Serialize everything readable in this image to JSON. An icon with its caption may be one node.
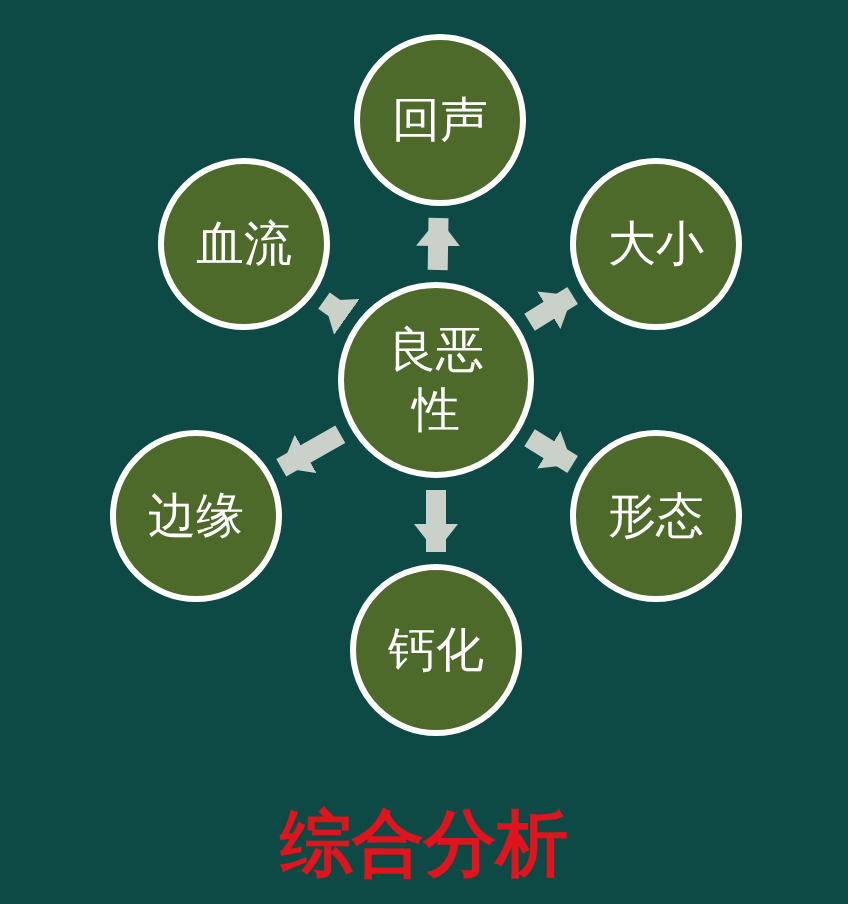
{
  "diagram": {
    "title": "综合分析",
    "nodes": [
      {
        "text": [
          "良恶性"
        ]
      },
      {
        "text": [
          "回声"
        ]
      },
      {
        "text": [
          "大小"
        ]
      },
      {
        "text": [
          "形态"
        ]
      },
      {
        "text": [
          "钙化"
        ]
      },
      {
        "text": [
          "边缘"
        ]
      },
      {
        "text": [
          "血流"
        ]
      }
    ],
    "edges": [
      {
        "from": 0,
        "to": 1,
        "arrow": "to"
      },
      {
        "from": 0,
        "to": 2,
        "arrow": "to"
      },
      {
        "from": 0,
        "to": 3,
        "arrow": "to"
      },
      {
        "from": 0,
        "to": 4,
        "arrow": "to"
      },
      {
        "from": 0,
        "to": 5,
        "arrow": "to"
      },
      {
        "from": 0,
        "to": 6,
        "arrow": "to"
      }
    ]
  }
}
